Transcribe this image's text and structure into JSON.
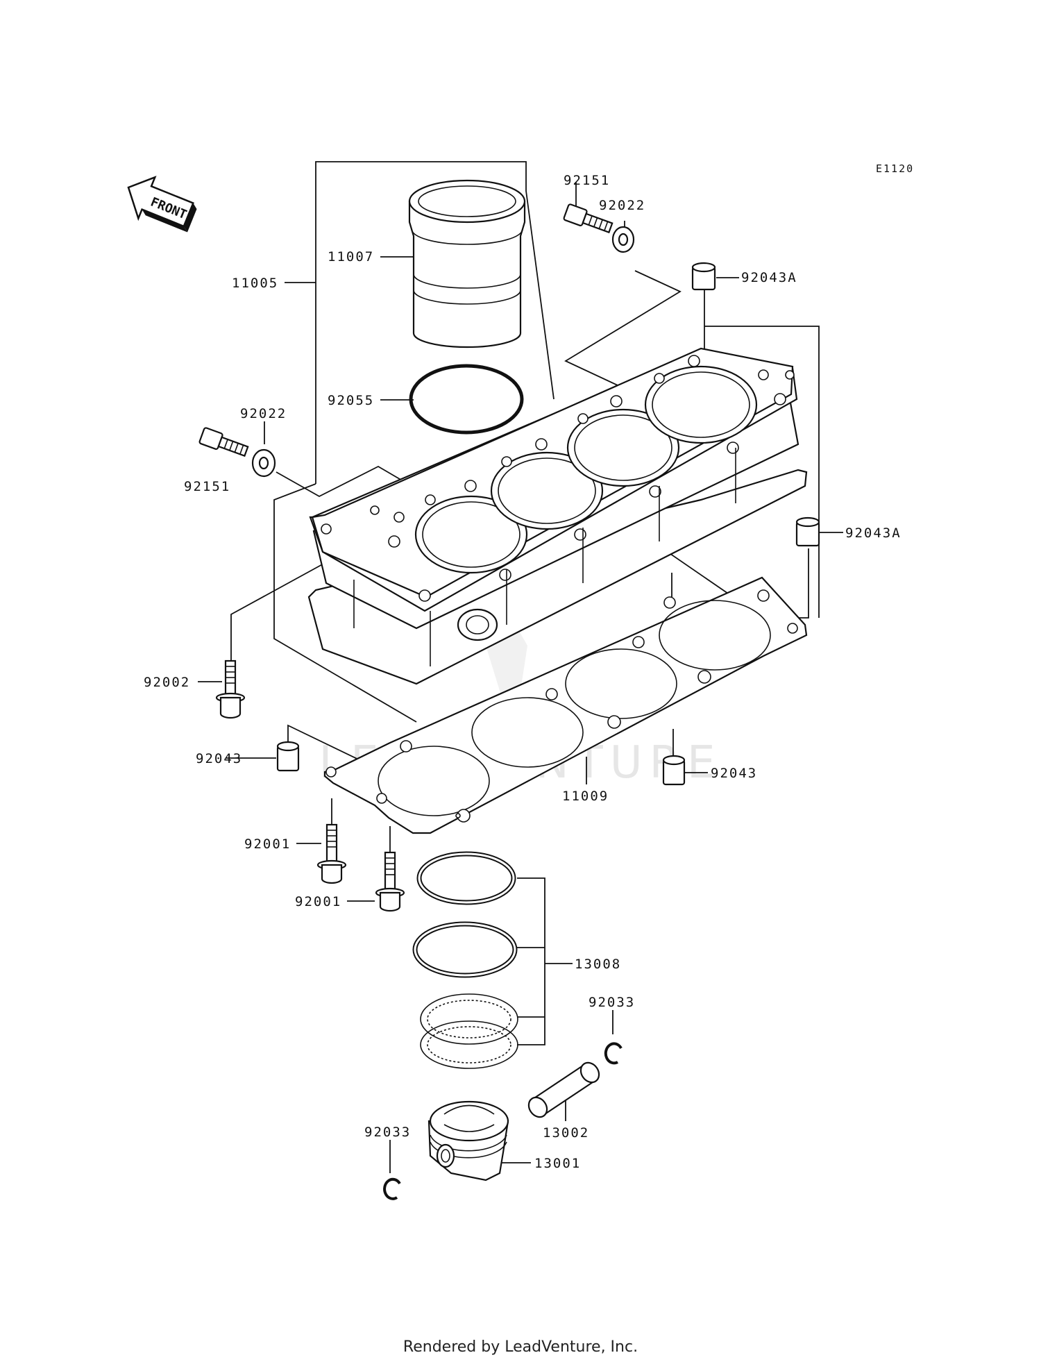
{
  "diagram": {
    "code": "E1120",
    "front_label": "FRONT",
    "watermark": "LEADVENTURE",
    "footer": "Rendered by LeadVenture, Inc.",
    "labels": {
      "p92151_top": "92151",
      "p92022_top": "92022",
      "p92043A_top": "92043A",
      "p11005": "11005",
      "p11007": "11007",
      "p92055": "92055",
      "p92022_left": "92022",
      "p92151_left": "92151",
      "p92043A_right": "92043A",
      "p92002": "92002",
      "p92043_left": "92043",
      "p92043_right": "92043",
      "p11009": "11009",
      "p92001_a": "92001",
      "p92001_b": "92001",
      "p13008": "13008",
      "p92033_right": "92033",
      "p13002": "13002",
      "p92033_left": "92033",
      "p13001": "13001"
    }
  }
}
